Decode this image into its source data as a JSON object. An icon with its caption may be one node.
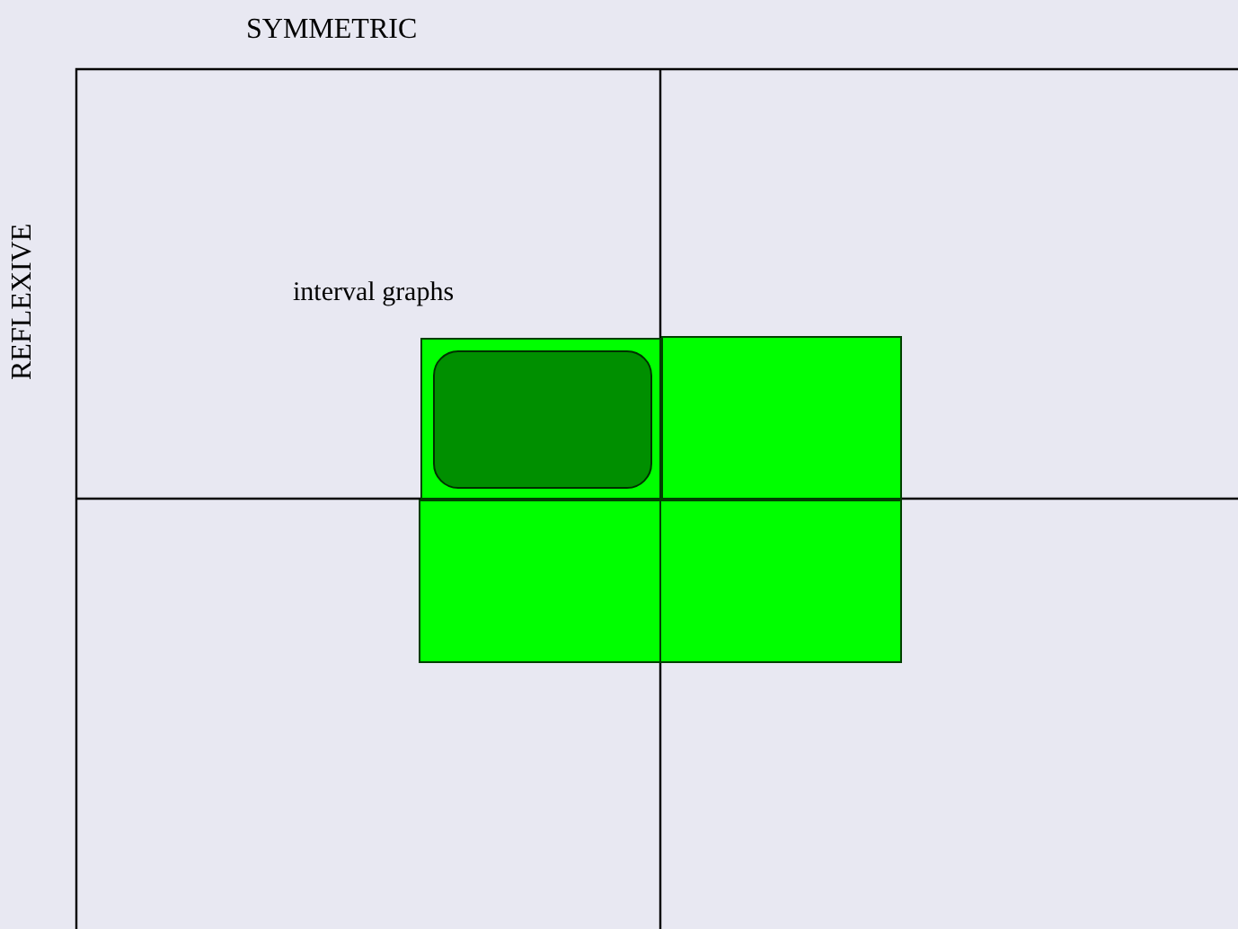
{
  "diagram": {
    "nodes": [
      {
        "text": [],
        "shape": "box"
      },
      {
        "text": [],
        "shape": "box"
      },
      {
        "text": [],
        "shape": "box"
      },
      {
        "text": [],
        "shape": "box"
      },
      {
        "text": [],
        "shape": "box",
        "in": 0,
        "beside": [
          "interval graphs"
        ]
      }
    ],
    "labels": [
      "SYMMETRIC",
      "REFLEXIVE"
    ]
  }
}
